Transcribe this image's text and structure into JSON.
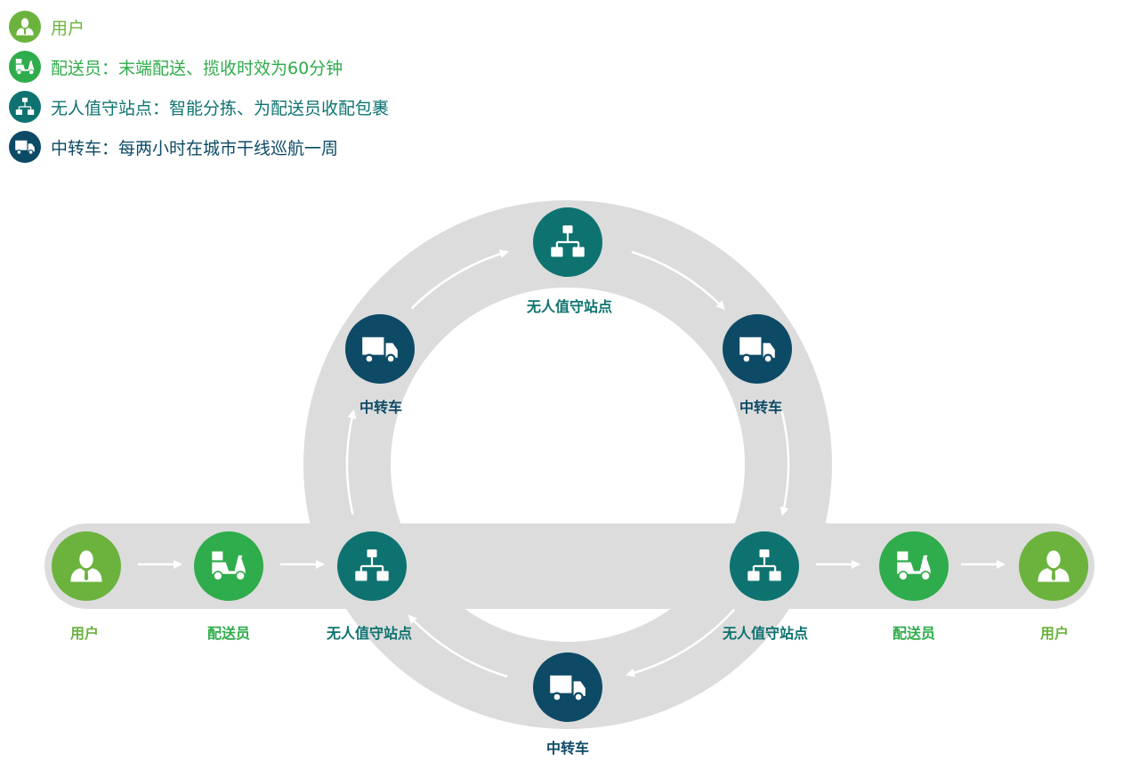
{
  "legend": [
    {
      "icon": "user-icon",
      "text": "用户",
      "color": "#6cb33e"
    },
    {
      "icon": "scooter-icon",
      "text": "配送员：末端配送、揽收时效为60分钟",
      "color": "#2fac4b"
    },
    {
      "icon": "hierarchy-icon",
      "text": "无人值守站点：智能分拣、为配送员收配包裹",
      "color": "#0e7370"
    },
    {
      "icon": "truck-icon",
      "text": "中转车：每两小时在城市干线巡航一周",
      "color": "#0d4a66"
    }
  ],
  "nodes": {
    "user_left": "用户",
    "rider_left": "配送员",
    "station_left": "无人值守站点",
    "truck_left": "中转车",
    "station_top": "无人值守站点",
    "truck_right": "中转车",
    "station_right": "无人值守站点",
    "rider_right": "配送员",
    "user_right": "用户",
    "truck_bottom": "中转车"
  },
  "colors": {
    "band": "#dcdcdc",
    "user": "#6cb33e",
    "rider": "#2fac4b",
    "station": "#0e7370",
    "truck": "#0d4a66"
  }
}
